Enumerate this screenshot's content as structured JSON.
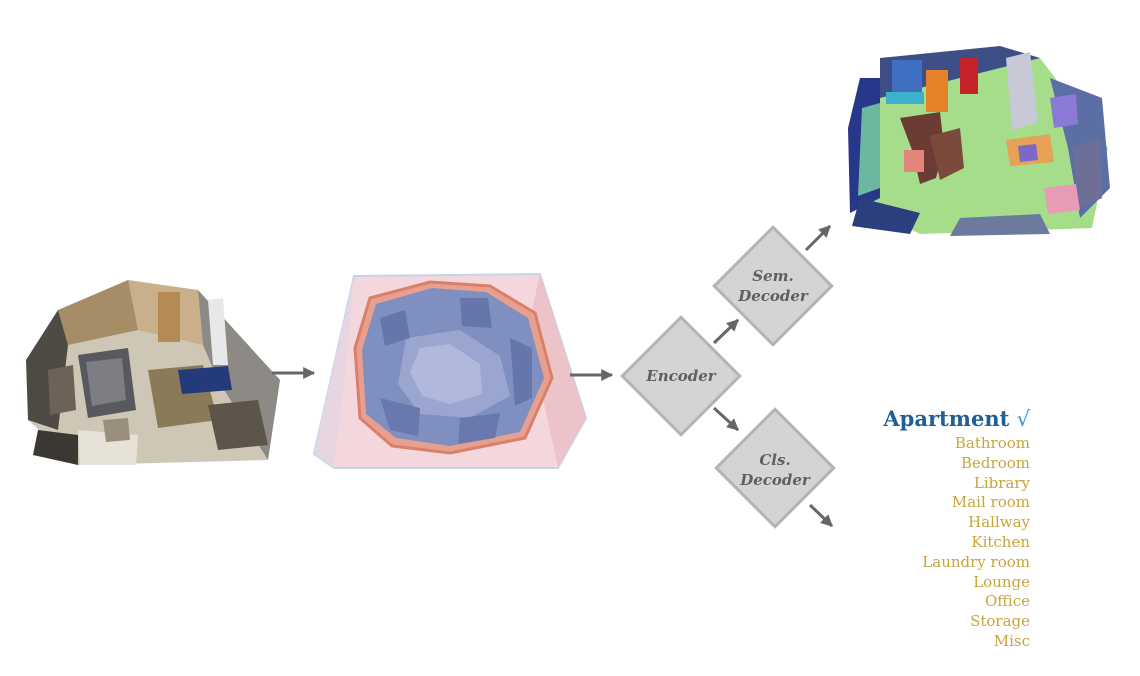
{
  "nodes": {
    "encoder": {
      "label": "Encoder"
    },
    "sem_decoder": {
      "line1": "Sem.",
      "line2": "Decoder"
    },
    "cls_decoder": {
      "line1": "Cls.",
      "line2": "Decoder"
    }
  },
  "classification": {
    "predicted": "Apartment",
    "check": "√",
    "classes": [
      "Bathroom",
      "Bedroom",
      "Library",
      "Mail room",
      "Hallway",
      "Kitchen",
      "Laundry room",
      "Lounge",
      "Office",
      "Storage",
      "Misc"
    ]
  },
  "colors": {
    "diamond_fill": "#d4d4d4",
    "diamond_border": "#b3b3b3",
    "arrow": "#666666",
    "predicted_class": "#1f5f93",
    "check_mark": "#3c8fd2",
    "class_items": "#c8a43c"
  }
}
